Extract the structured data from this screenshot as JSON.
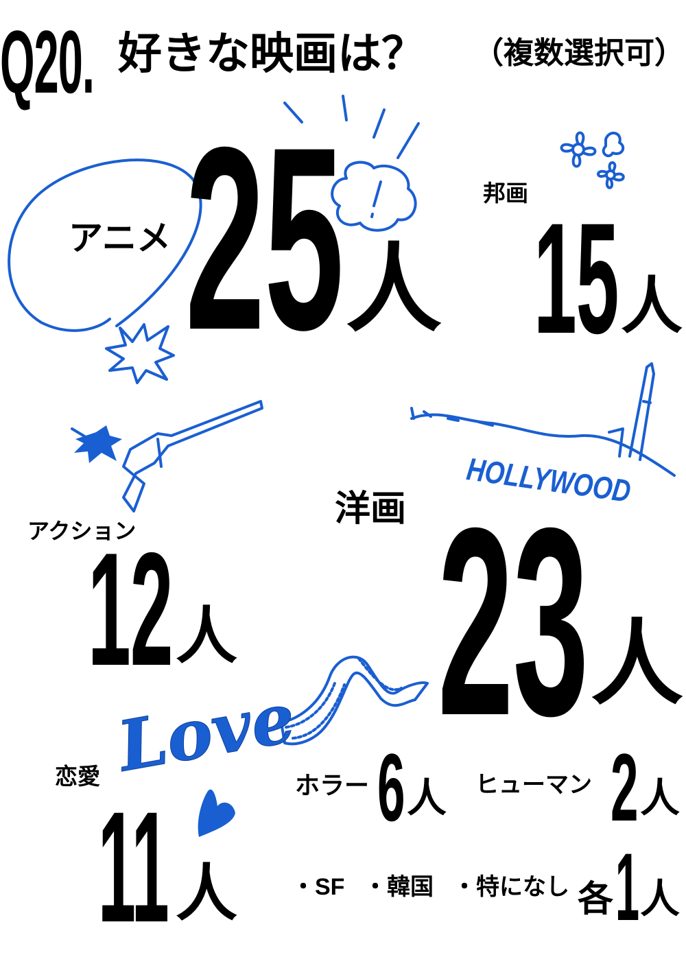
{
  "header": {
    "q_number": "Q20.",
    "question": "好きな映画は？",
    "note": "（複数選択可）"
  },
  "unit": "人",
  "colors": {
    "accent": "#1a5fd1",
    "text": "#000000"
  },
  "results": {
    "anime": {
      "label": "アニメ",
      "count": "25"
    },
    "japanese": {
      "label": "邦画",
      "count": "15"
    },
    "action": {
      "label": "アクション",
      "count": "12"
    },
    "western": {
      "label": "洋画",
      "count": "23"
    },
    "romance": {
      "label": "恋愛",
      "count": "11"
    },
    "horror": {
      "label": "ホラー",
      "count": "6"
    },
    "human": {
      "label": "ヒューマン",
      "count": "2"
    },
    "others": {
      "items": [
        "・SF",
        "・韓国",
        "・特になし"
      ],
      "prefix": "各",
      "count": "1"
    }
  },
  "decorations": {
    "hollywood_sign": "HOLLYWOOD",
    "love_text": "Love"
  }
}
